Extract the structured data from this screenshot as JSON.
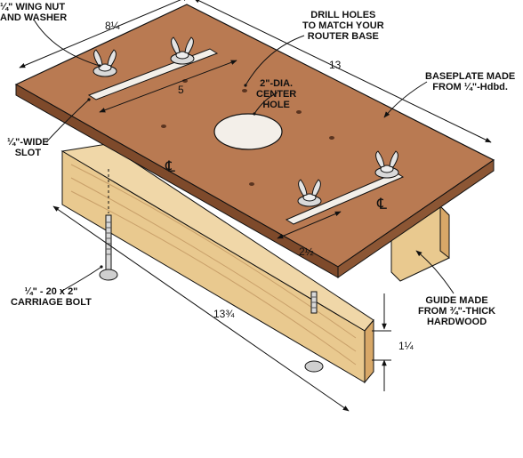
{
  "callouts": {
    "wing_nut": [
      "¼\" WING NUT",
      "AND WASHER"
    ],
    "drill_holes": [
      "DRILL HOLES",
      "TO MATCH YOUR",
      "ROUTER BASE"
    ],
    "center_hole": [
      "2\"-DIA.",
      "CENTER",
      "HOLE"
    ],
    "baseplate": [
      "BASEPLATE MADE",
      "FROM ¼\"-Hdbd."
    ],
    "slot": [
      "¼\"-WIDE",
      "SLOT"
    ],
    "carriage_bolt": [
      "¼\" - 20 x 2\"",
      "CARRIAGE BOLT"
    ],
    "guide": [
      "GUIDE MADE",
      "FROM ¾\"-THICK",
      "HARDWOOD"
    ]
  },
  "dimensions": {
    "width": "8¼",
    "length": "13",
    "slot_spacing": "5",
    "slot_offset": "2½",
    "guide_length": "13¾",
    "guide_height": "1¼"
  },
  "centerline_symbol": "℄",
  "colors": {
    "baseplate": "#b97a52",
    "baseplate_edge": "#7e4a2b",
    "hardwood": "#e9c98f",
    "hardwood_end": "#d8a868",
    "metal": "#d9d9d9",
    "line": "#111111"
  }
}
